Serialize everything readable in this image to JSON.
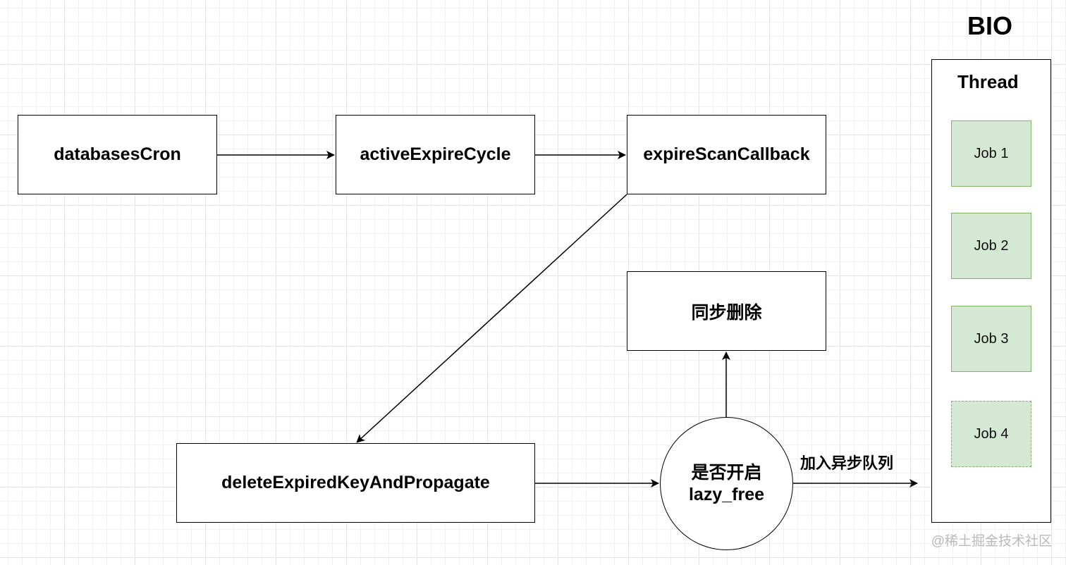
{
  "nodes": {
    "databases_cron": "databasesCron",
    "active_expire_cycle": "activeExpireCycle",
    "expire_scan_callback": "expireScanCallback",
    "sync_delete": "同步删除",
    "delete_expired": "deleteExpiredKeyAndPropagate",
    "lazy_free_line1": "是否开启",
    "lazy_free_line2": "lazy_free"
  },
  "edge_labels": {
    "enqueue_async": "加入异步队列"
  },
  "bio": {
    "title": "BIO",
    "thread_label": "Thread",
    "jobs": [
      "Job 1",
      "Job 2",
      "Job 3",
      "Job 4"
    ]
  },
  "watermark": "@稀土掘金技术社区",
  "colors": {
    "job_fill": "#d5e8d4",
    "job_border": "#82b366",
    "grid": "#e4e4e4"
  }
}
